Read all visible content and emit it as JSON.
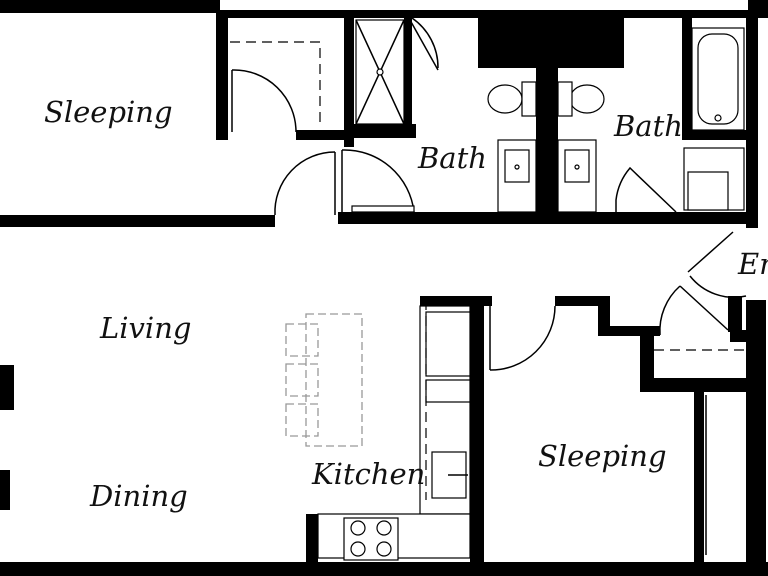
{
  "rooms": {
    "sleeping_1": "Sleeping",
    "bath_1": "Bath",
    "bath_2": "Bath",
    "entry": "En",
    "living": "Living",
    "kitchen": "Kitchen",
    "sleeping_2": "Sleeping",
    "dining": "Dining"
  }
}
